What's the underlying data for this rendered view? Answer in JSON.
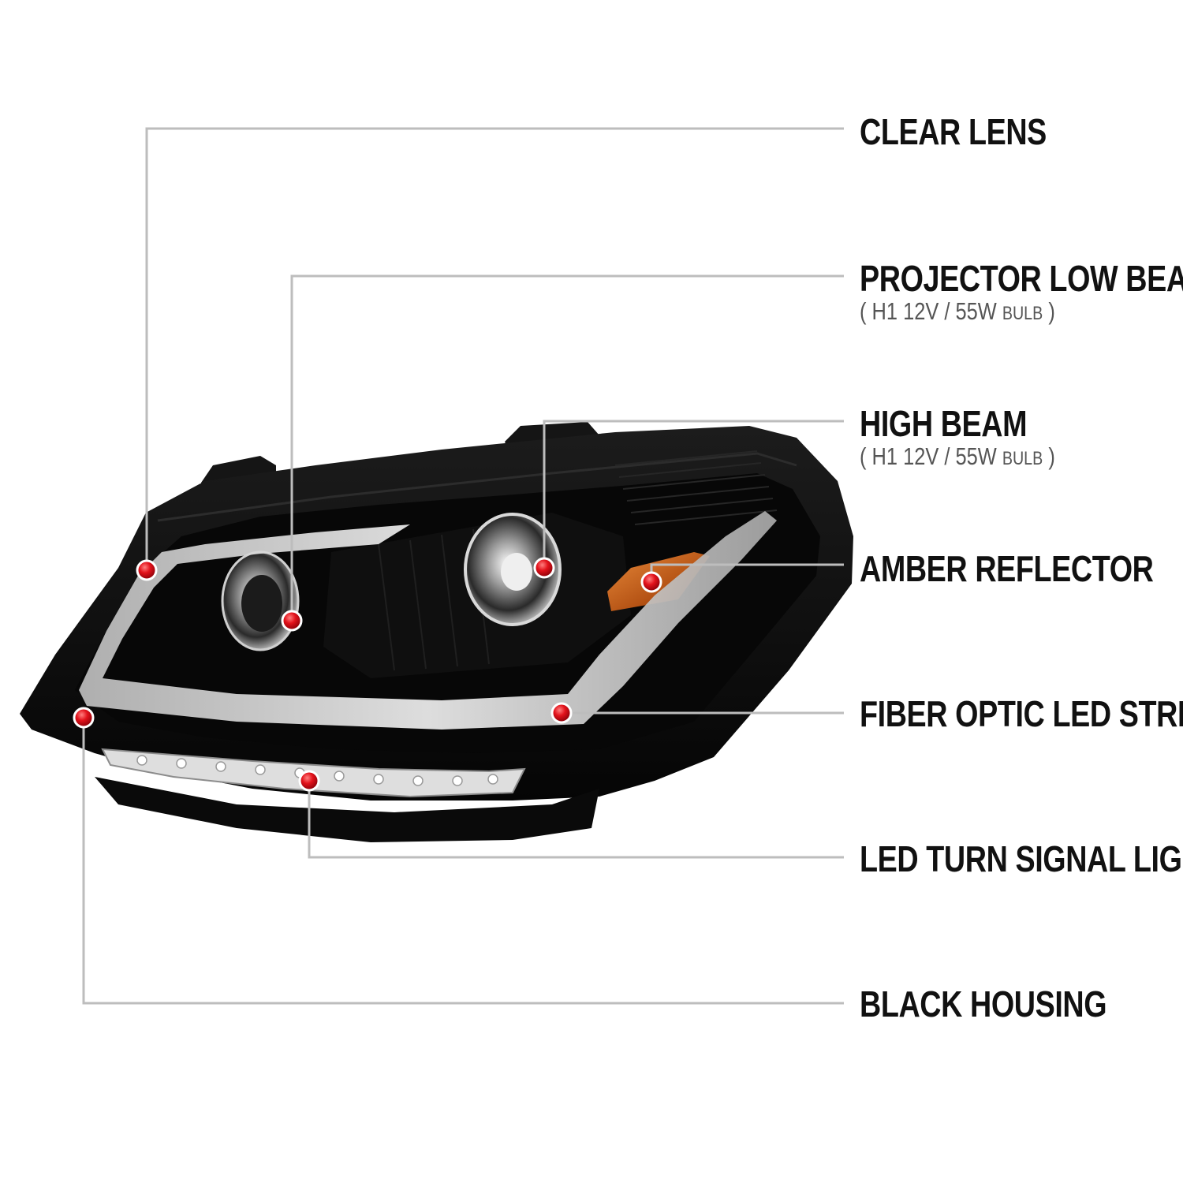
{
  "colors": {
    "leader_line": "#bdbdbd",
    "marker": "#e3121b",
    "housing": "#0b0b0b",
    "amber": "#c9651c",
    "label_text": "#111111",
    "spec_text": "#555555"
  },
  "callouts": [
    {
      "id": "clear-lens",
      "label": "CLEAR LENS"
    },
    {
      "id": "projector-low-beam",
      "label": "PROJECTOR LOW BEAM",
      "spec_open": "( H1  12V / 55W ",
      "spec_unit": "BULB",
      "spec_close": " )"
    },
    {
      "id": "high-beam",
      "label": "HIGH BEAM",
      "spec_open": "( H1  12V / 55W ",
      "spec_unit": "BULB",
      "spec_close": " )"
    },
    {
      "id": "amber-reflector",
      "label": "AMBER REFLECTOR"
    },
    {
      "id": "fiber-optic-led-strip",
      "label": "FIBER OPTIC LED STRIP"
    },
    {
      "id": "led-turn-signal-light",
      "label": "LED TURN SIGNAL LIGHT"
    },
    {
      "id": "black-housing",
      "label": "BLACK HOUSING"
    }
  ]
}
